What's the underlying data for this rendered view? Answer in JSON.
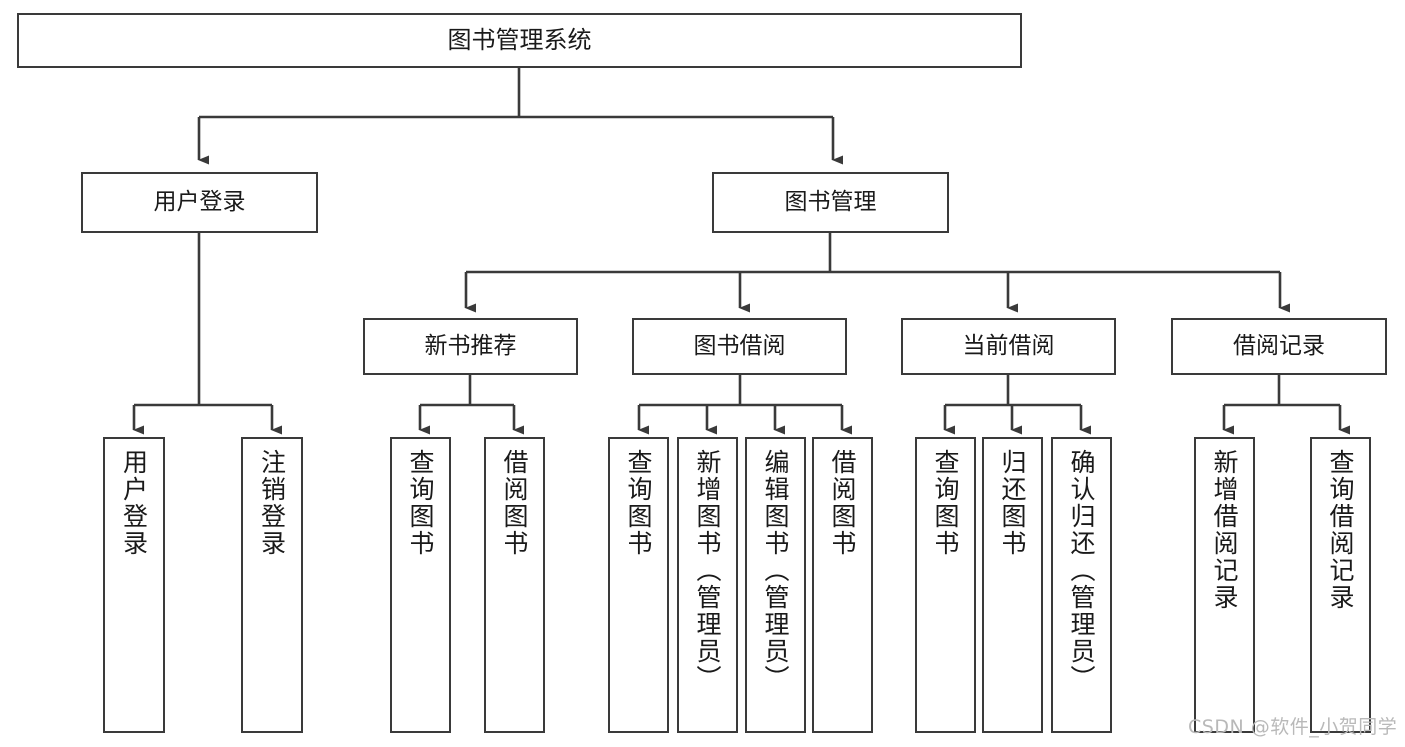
{
  "diagram": {
    "title": "图书管理系统",
    "type": "hierarchical-tree",
    "watermark": "CSDN @软件_小贺同学",
    "colors": {
      "box_border": "#3a3a3a",
      "box_fill": "#ffffff",
      "edge": "#3a3a3a",
      "text": "#1a1a1a",
      "watermark": "#b9b9b9",
      "background": "#ffffff"
    },
    "levels": {
      "root": {
        "label": "图书管理系统"
      },
      "level2": [
        {
          "id": "user-login",
          "label": "用户登录"
        },
        {
          "id": "book-manage",
          "label": "图书管理"
        }
      ],
      "level3": [
        {
          "id": "new-book-recommend",
          "label": "新书推荐",
          "parent": "book-manage"
        },
        {
          "id": "book-borrow",
          "label": "图书借阅",
          "parent": "book-manage"
        },
        {
          "id": "current-borrow",
          "label": "当前借阅",
          "parent": "book-manage"
        },
        {
          "id": "borrow-record",
          "label": "借阅记录",
          "parent": "book-manage"
        }
      ],
      "leaves": [
        {
          "id": "leaf-user-login",
          "label": "用户登录",
          "parent": "user-login"
        },
        {
          "id": "leaf-logout",
          "label": "注销登录",
          "parent": "user-login"
        },
        {
          "id": "leaf-query-book-1",
          "label": "查询图书",
          "parent": "new-book-recommend"
        },
        {
          "id": "leaf-borrow-book-1",
          "label": "借阅图书",
          "parent": "new-book-recommend"
        },
        {
          "id": "leaf-query-book-2",
          "label": "查询图书",
          "parent": "book-borrow"
        },
        {
          "id": "leaf-add-book",
          "label": "新增图书（管理员）",
          "parent": "book-borrow"
        },
        {
          "id": "leaf-edit-book",
          "label": "编辑图书（管理员）",
          "parent": "book-borrow"
        },
        {
          "id": "leaf-borrow-book-2",
          "label": "借阅图书",
          "parent": "book-borrow"
        },
        {
          "id": "leaf-query-book-3",
          "label": "查询图书",
          "parent": "current-borrow"
        },
        {
          "id": "leaf-return-book",
          "label": "归还图书",
          "parent": "current-borrow"
        },
        {
          "id": "leaf-confirm-return",
          "label": "确认归还（管理员）",
          "parent": "current-borrow"
        },
        {
          "id": "leaf-add-record",
          "label": "新增借阅记录",
          "parent": "borrow-record"
        },
        {
          "id": "leaf-query-record",
          "label": "查询借阅记录",
          "parent": "borrow-record"
        }
      ]
    }
  }
}
